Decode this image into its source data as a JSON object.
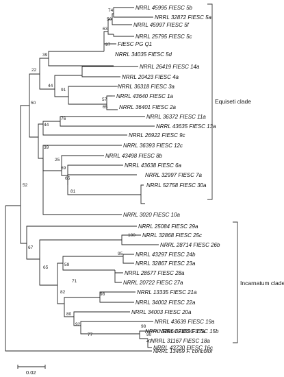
{
  "taxa": [
    "NRRL 45995 FIESC 5b",
    "NRRL 32872 FIESC 5a",
    "NRRL 45997 FIESC 5f",
    "NRRL 25795 FIESC 5c",
    "FIESC PG Q1",
    "NRRL 34035 FIESC 5d",
    "NRRL 26419 FIESC 14a",
    "NRRL 20423 FIESC 4a",
    "NRRL 36318 FIESC 3a",
    "NRRL 43640 FIESC 1a",
    "NRRL 36401 FIESC 2a",
    "NRRL 36372 FIESC 11a",
    "NRRL 43635 FIESC 13a",
    "NRRL 26922 FIESC 9c",
    "NRRL 36393 FIESC 12c",
    "NRRL 43498 FIESC 8b",
    "NRRL 43638 FIESC 6a",
    "NRRL 32997 FIESC 7a",
    "NRRL 52758 FIESC 30a",
    "NRRL 3020 FIESC 10a",
    "NRRL 25084 FIESC 29a",
    "NRRL 32868 FIESC 25c",
    "NRRL 28714 FIESC 26b",
    "NRRL 43297 FIESC 24b",
    "NRRL 32867 FIESC 23a",
    "NRRL 28577 FIESC 28a",
    "NRRL 20722 FIESC 27a",
    "NRRL 13335 FIESC 21a",
    "NRRL 34002 FIESC 22a",
    "NRRL 34003 FIESC 20a",
    "NRRL 43639 FIESC 19a",
    "NRRL 32864 FIESC 17a",
    "NRRL 32182 FIESC 15b",
    "NRRL 31167 FIESC 18a",
    "NRRL 43730 FIESC 16c",
    "NRRL 13459 F. concolor"
  ],
  "bootstrap": [
    "74",
    "50",
    "63",
    "97",
    "39",
    "22",
    "44",
    "91",
    "57",
    "65",
    "76",
    "44",
    "39",
    "25",
    "69",
    "65",
    "81",
    "50",
    "52",
    "100",
    "95",
    "59",
    "71",
    "65",
    "82",
    "67",
    "98",
    "80",
    "92",
    "77",
    "98",
    "90",
    "47"
  ],
  "clades": [
    "Equiseti clade",
    "Incarnatum clade"
  ],
  "scale_bar": "0.02"
}
